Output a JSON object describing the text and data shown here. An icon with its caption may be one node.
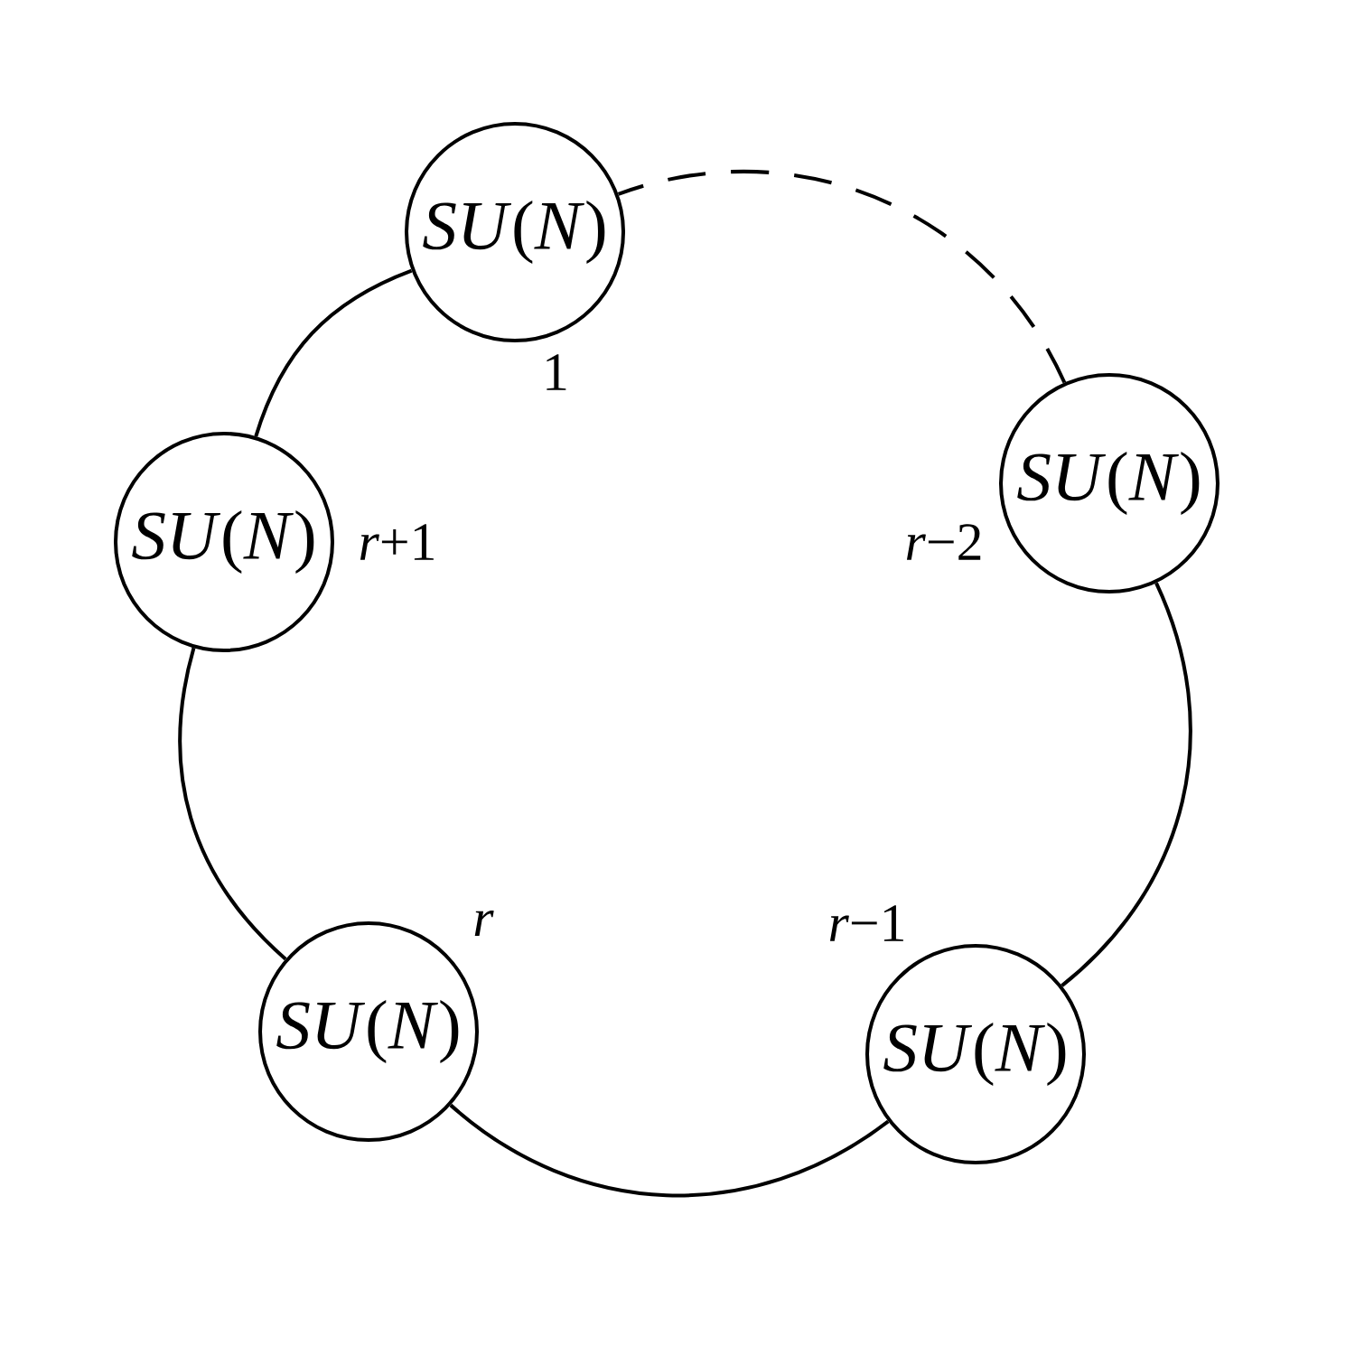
{
  "diagram": {
    "nodes": [
      {
        "text": [
          "*SU*(*N*)"
        ],
        "beside": [
          "1"
        ]
      },
      {
        "text": [
          "*SU*(*N*)"
        ],
        "beside": [
          "*r*−2"
        ]
      },
      {
        "text": [
          "*SU*(*N*)"
        ],
        "beside": [
          "*r*+1"
        ]
      },
      {
        "text": [
          "*SU*(*N*)"
        ],
        "beside": [
          "*r*"
        ]
      },
      {
        "text": [
          "*SU*(*N*)"
        ],
        "beside": [
          "*r*−1"
        ]
      }
    ],
    "edges": [
      {
        "from": 0,
        "to": 2,
        "arrow": "none"
      },
      {
        "from": 2,
        "to": 3,
        "arrow": "none"
      },
      {
        "from": 3,
        "to": 4,
        "arrow": "none"
      },
      {
        "from": 4,
        "to": 1,
        "arrow": "none"
      },
      {
        "from": 1,
        "to": 0,
        "arrow": "none",
        "style": "dashed"
      }
    ]
  }
}
